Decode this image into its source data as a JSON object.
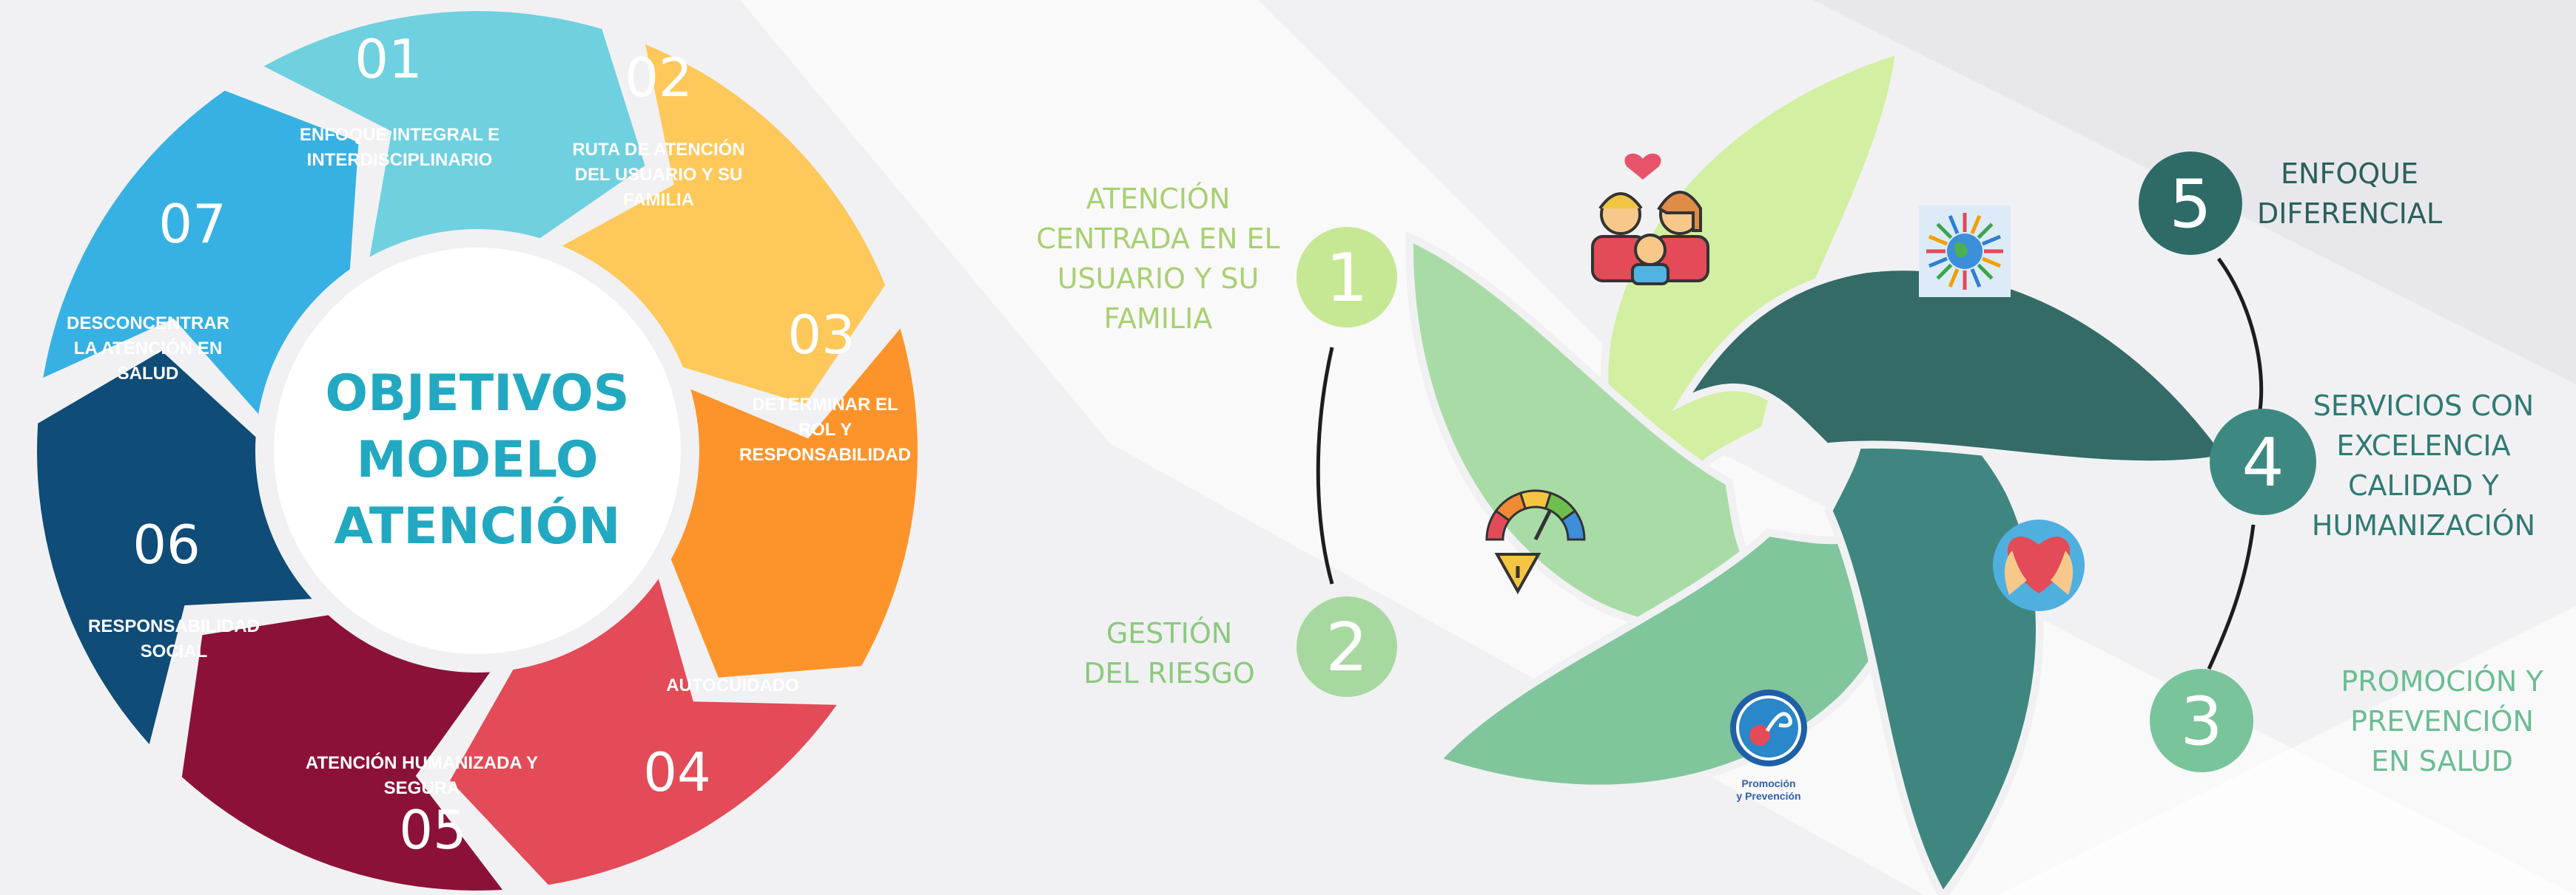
{
  "left_cycle": {
    "title_lines": [
      "OBJETIVOS",
      "MODELO",
      "ATENCIÓN"
    ],
    "segments": [
      {
        "number": "01",
        "label_lines": [
          "ENFOQUE INTEGRAL E",
          "INTERDISCIPLINARIO"
        ],
        "color": "#6fd0df"
      },
      {
        "number": "02",
        "label_lines": [
          "RUTA DE ATENCIÓN",
          "DEL USUARIO Y SU",
          "FAMILIA"
        ],
        "color": "#fec85a"
      },
      {
        "number": "03",
        "label_lines": [
          "DETERMINAR EL",
          "ROL Y",
          "RESPONSABILIDAD"
        ],
        "color": "#fd942b"
      },
      {
        "number": "04",
        "label_lines": [
          "AUTOCUIDADO"
        ],
        "color": "#e24b57"
      },
      {
        "number": "05",
        "label_lines": [
          "ATENCIÓN HUMANIZADA Y",
          "SEGURA"
        ],
        "color": "#8c1139"
      },
      {
        "number": "06",
        "label_lines": [
          "RESPONSABILIDAD",
          "SOCIAL"
        ],
        "color": "#0f4c77"
      },
      {
        "number": "07",
        "label_lines": [
          "DESCONCENTRAR",
          "LA ATENCIÓN EN",
          "SALUD"
        ],
        "color": "#37b1e3"
      }
    ]
  },
  "right_model": {
    "items": [
      {
        "number": "1",
        "label_lines": [
          "ATENCIÓN",
          "CENTRADA EN EL",
          "USUARIO Y SU",
          "FAMILIA"
        ],
        "color": "#c6e894",
        "text_color": "#a9d070"
      },
      {
        "number": "2",
        "label_lines": [
          "GESTIÓN",
          "DEL RIESGO"
        ],
        "color": "#a7d8a0",
        "text_color": "#8cc97f"
      },
      {
        "number": "3",
        "label_lines": [
          "PROMOCIÓN Y",
          "PREVENCIÓN",
          "EN SALUD"
        ],
        "color": "#79c49b",
        "text_color": "#6bbd92"
      },
      {
        "number": "4",
        "label_lines": [
          "SERVICIOS CON",
          "EXCELENCIA",
          "CALIDAD Y",
          "HUMANIZACIÓN"
        ],
        "color": "#3d8982",
        "text_color": "#2f7a73"
      },
      {
        "number": "5",
        "label_lines": [
          "ENFOQUE",
          "DIFERENCIAL"
        ],
        "color": "#2e6b67",
        "text_color": "#2b5f5c"
      }
    ],
    "blades": [
      {
        "color": "#d2efa2",
        "icon": "family-icon"
      },
      {
        "color": "#a9dba7",
        "icon": "risk-gauge-icon"
      },
      {
        "color": "#81c59c",
        "icon": "stethoscope-icon"
      },
      {
        "color": "#3f8680",
        "icon": "heart-hands-icon"
      },
      {
        "color": "#346b66",
        "icon": "globe-people-icon"
      }
    ],
    "promo_icon_text": [
      "Promoción",
      "y Prevención"
    ]
  }
}
